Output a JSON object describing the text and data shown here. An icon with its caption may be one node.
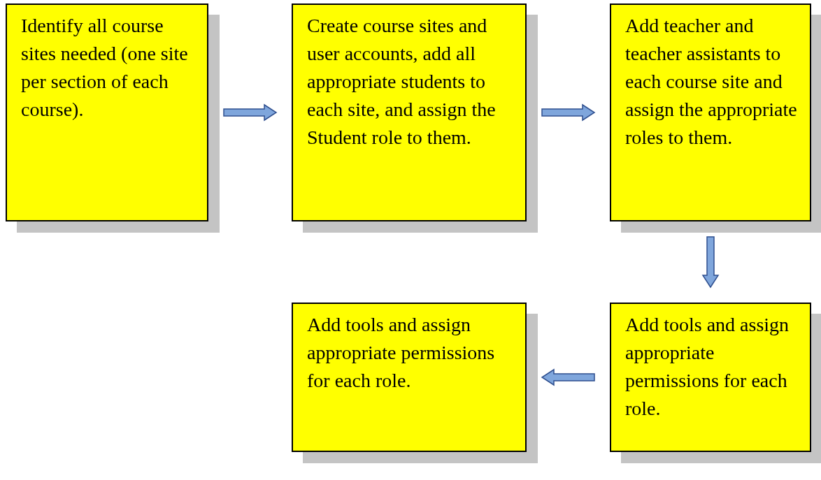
{
  "diagram": {
    "nodes": [
      {
        "text": [
          "Identify all course sites needed (one site per section of each course)."
        ]
      },
      {
        "text": [
          "Create course sites and user accounts, add all appropriate students to each site, and assign the Student role to them."
        ]
      },
      {
        "text": [
          "Add teacher and teacher assistants to each course site and assign the appropriate roles to them."
        ]
      },
      {
        "text": [
          "Add tools and assign appropriate permissions for each role."
        ]
      },
      {
        "text": [
          "Add tools and assign appropriate permissions for each role."
        ]
      }
    ],
    "edges": [
      {
        "from": 0,
        "to": 1,
        "arrow": "to"
      },
      {
        "from": 1,
        "to": 2,
        "arrow": "to"
      },
      {
        "from": 2,
        "to": 3,
        "arrow": "to"
      },
      {
        "from": 3,
        "to": 4,
        "arrow": "to"
      }
    ]
  }
}
